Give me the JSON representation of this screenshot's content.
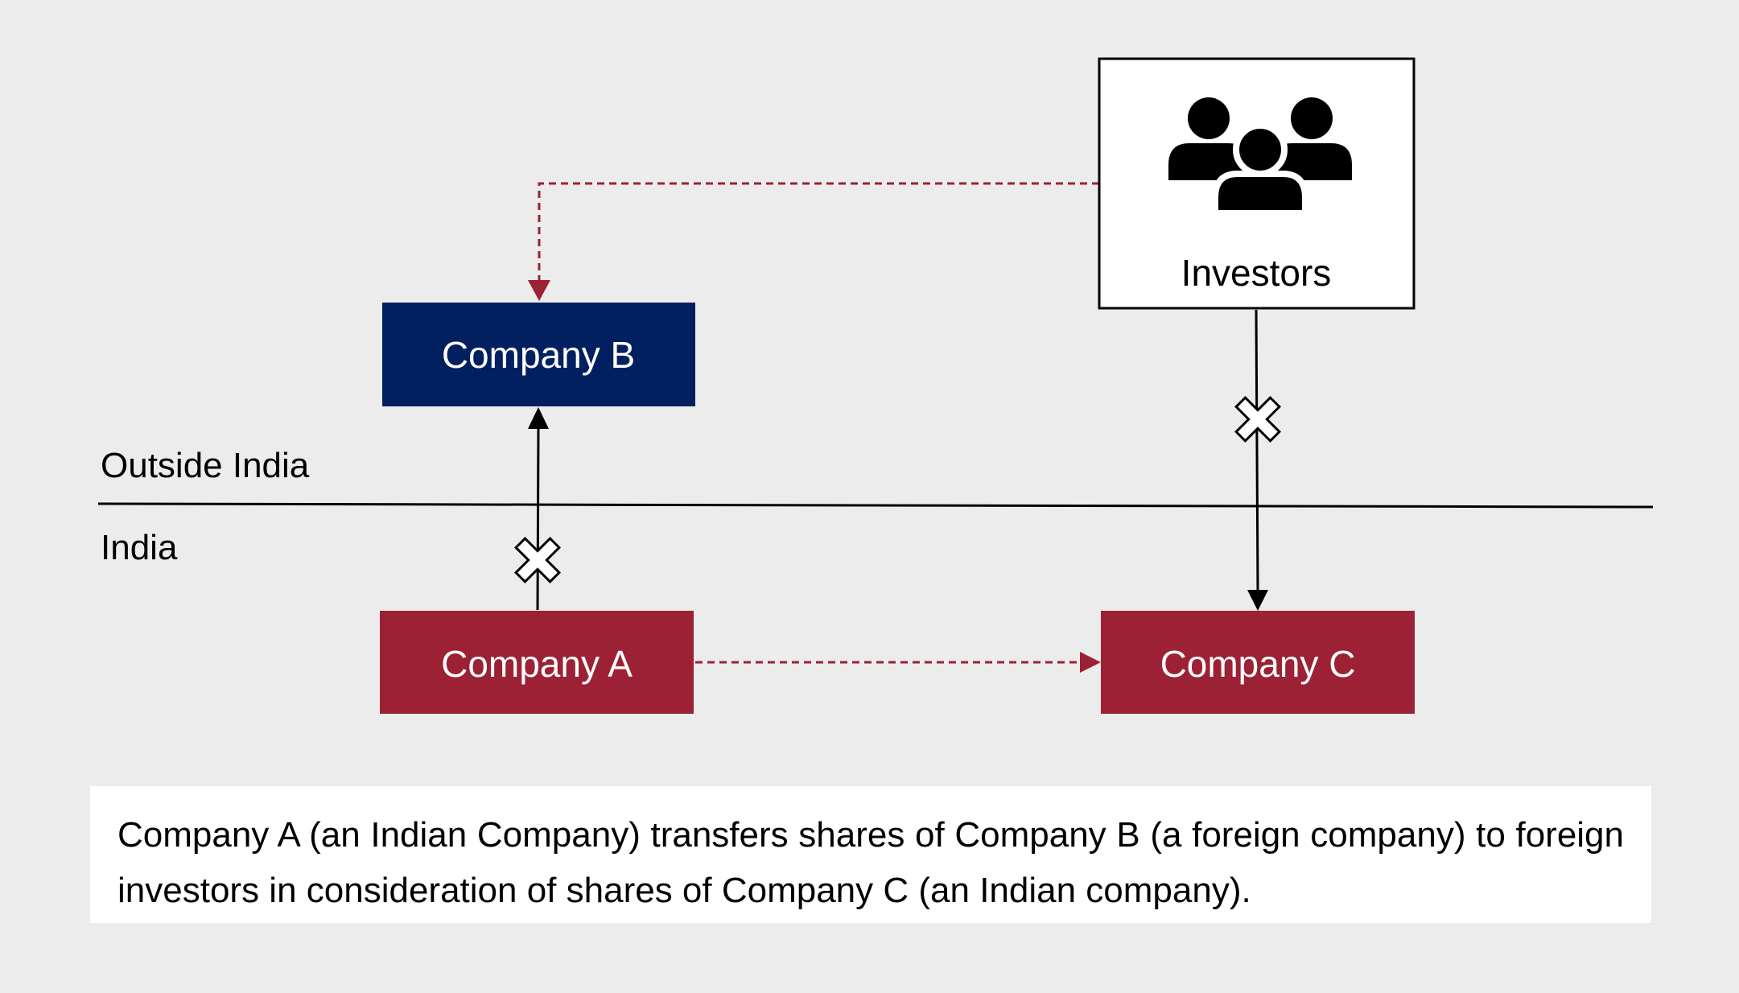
{
  "regions": {
    "outside_label": "Outside India",
    "inside_label": "India"
  },
  "nodes": {
    "company_a": {
      "label": "Company A",
      "fill": "#9c2135",
      "text_color": "#ffffff"
    },
    "company_b": {
      "label": "Company B",
      "fill": "#022060",
      "text_color": "#ffffff"
    },
    "company_c": {
      "label": "Company C",
      "fill": "#9c2135",
      "text_color": "#ffffff"
    },
    "investors": {
      "label": "Investors",
      "icon": "people-group-icon",
      "fill": "#ffffff",
      "text_color": "#000000"
    }
  },
  "edges": [
    {
      "from": "company_a",
      "to": "company_b",
      "style": "solid",
      "blocked": true
    },
    {
      "from": "investors",
      "to": "company_c",
      "style": "solid",
      "blocked": true
    },
    {
      "from": "investors",
      "to": "company_b",
      "style": "dashed"
    },
    {
      "from": "company_a",
      "to": "company_c",
      "style": "dashed"
    }
  ],
  "colors": {
    "dashed_arrow": "#9c2135",
    "solid_arrow": "#000000",
    "background": "#ebeceb"
  },
  "caption": "Company A (an Indian Company) transfers shares of Company B (a foreign company) to foreign investors in consideration of shares of Company C (an Indian company)."
}
